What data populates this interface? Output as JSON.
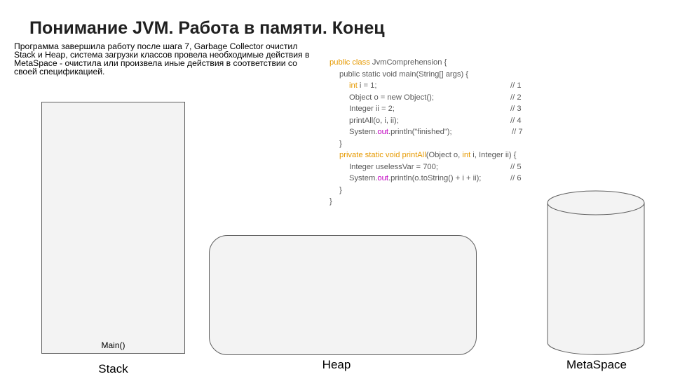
{
  "title": "Понимание JVM. Работа в памяти. Конец",
  "description": "Программа завершила работу после шага 7, Garbage Collector очистил Stack и Heap, система загрузки классов провела необходимые действия в MetaSpace - очистила или произвела иные действия в соответствии со своей спецификацией.",
  "code": {
    "line1": {
      "kw": "public class",
      "rest": " JvmComprehension {"
    },
    "line2": {
      "text": "public static void main(String[] args) {"
    },
    "line3": {
      "kw": "int",
      "rest": " i = 1;",
      "comment": "// 1"
    },
    "line4": {
      "text": "Object o = new Object();",
      "comment": "// 2"
    },
    "line5": {
      "text": "Integer ii = 2;",
      "comment": "// 3"
    },
    "line6": {
      "text": "printAll(o, i, ii);",
      "comment": "// 4"
    },
    "line7": {
      "pre": "System.",
      "out": "out",
      "post": ".println(\"finished\");",
      "comment": "// 7"
    },
    "line8": {
      "text": "}"
    },
    "line9": {
      "kw": "private static void printAll",
      "mid": "(Object o, ",
      "kw2": "int",
      "rest": " i, Integer ii) {"
    },
    "line10": {
      "text": "Integer uselessVar = 700;",
      "comment": "// 5"
    },
    "line11": {
      "pre": "System.",
      "out": "out",
      "post": ".println(o.toString() + i + ii);",
      "comment": "// 6"
    },
    "line12": {
      "text": "}"
    },
    "line13": {
      "text": "}"
    }
  },
  "stack": {
    "label": "Stack",
    "frame": "Main()"
  },
  "heap": {
    "label": "Heap"
  },
  "metaspace": {
    "label": "MetaSpace"
  },
  "colors": {
    "keyword": "#e69900",
    "out": "#c000c0",
    "code_text": "#595959",
    "box_fill": "#f3f3f3",
    "box_border": "#5f5f5f"
  }
}
